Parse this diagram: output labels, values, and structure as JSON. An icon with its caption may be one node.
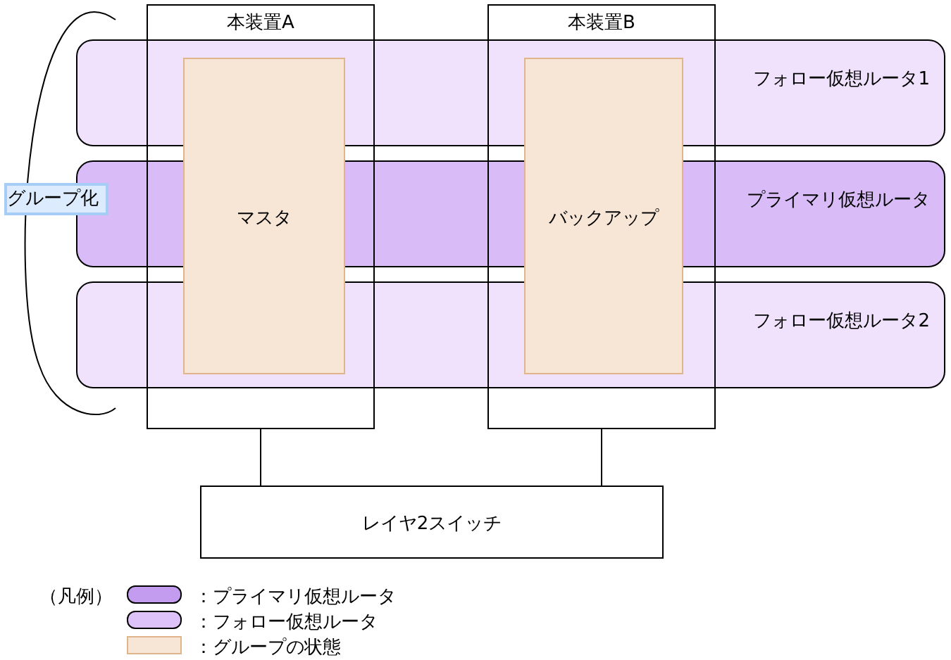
{
  "diagram": {
    "nodes": [
      {
        "text": [
          "本装置A"
        ]
      },
      {
        "text": [
          "本装置B"
        ]
      },
      {
        "text": [
          "フォロー仮想ルータ1"
        ]
      },
      {
        "text": [
          "プライマリ仮想ルータ"
        ]
      },
      {
        "text": [
          "フォロー仮想ルータ2"
        ]
      },
      {
        "text": [
          "マスタ"
        ],
        "in": 0
      },
      {
        "text": [
          "バックアップ"
        ],
        "in": 1
      },
      {
        "text": [
          "レイヤ2スイッチ"
        ]
      },
      {
        "text": [
          "グループ化"
        ]
      }
    ],
    "edges": [
      {
        "from": 0,
        "to": 7,
        "arrow": "none"
      },
      {
        "from": 1,
        "to": 7,
        "arrow": "none"
      }
    ],
    "labels": [
      "（凡例）"
    ],
    "legend": [
      {
        "text": "：プライマリ仮想ルータ",
        "color": "#c39cf0"
      },
      {
        "text": "：フォロー仮想ルータ",
        "color": "#dcc2f9"
      },
      {
        "text": "：グループの状態",
        "color": "#f7e6d6"
      }
    ]
  }
}
